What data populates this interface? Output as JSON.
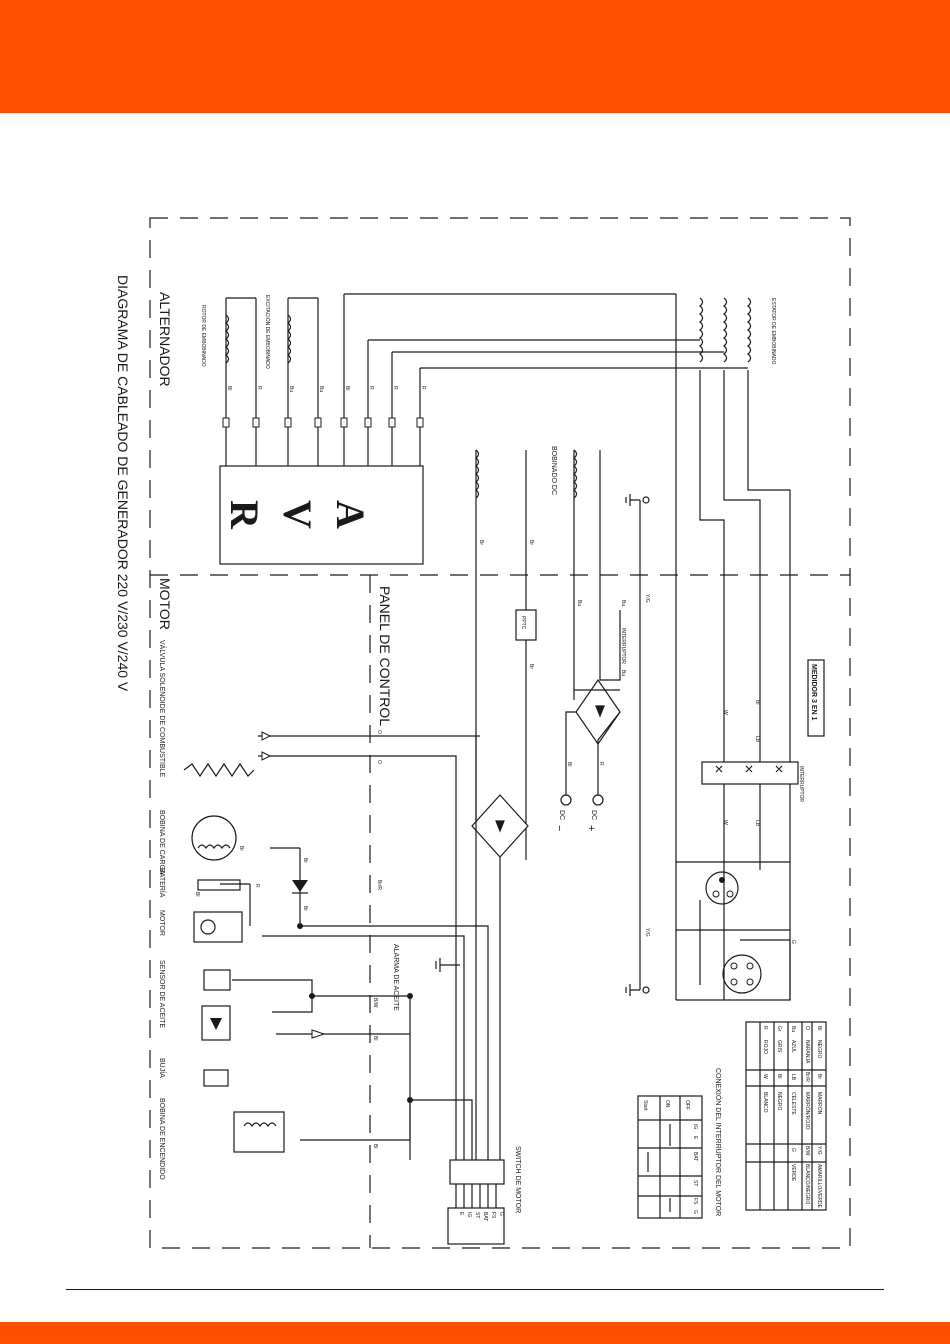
{
  "colors": {
    "accent": "#ff5000",
    "ink": "#1a1a1a"
  },
  "diagram": {
    "title": "DIAGRAMA DE CABLEADO DE GENERADOR 220 V/230 V/240 V",
    "sections": {
      "alternator": "ALTERNADOR",
      "engine": "MOTOR",
      "control_panel": "PANEL DE CONTROL"
    },
    "avr": [
      "A",
      "V",
      "R"
    ],
    "labels": {
      "rotor_winding": "ROTOR DE EMBOBINADO",
      "excitation_winding": "EXCITACIÓN DE EMBOBINADO",
      "stator_winding": "ESTATOR DE EMBOBINADO",
      "dc_winding": "BOBINADO DC",
      "dc_neg": "DC",
      "dc_neg_sign": "−",
      "dc_pos": "DC",
      "dc_pos_sign": "+",
      "pptc": "PPTC",
      "meter": "MEDIDOR 3 EN 1",
      "breaker": "INTERRUPTOR",
      "breaker_small": "INTERRUPTOR",
      "oil_alarm": "ALARMA DE ACEITE",
      "engine_switch": "SWITCH DE MOTOR",
      "switch_connection": "CONEXIÓN DEL INTERRUPTOR DEL MOTOR"
    },
    "engine_components": [
      "VÁLVULA SOLENOIDE DE COMBUSTIBLE",
      "BOBINA DE CARGA",
      "BATERÍA",
      "MOTOR",
      "SENSOR DE ACEITE",
      "BUJÍA",
      "BOBINA DE ENCENDIDO"
    ],
    "alt_wire_codes": [
      "Bl",
      "R",
      "Bu",
      "Bu",
      "Bl",
      "R",
      "R",
      "R"
    ],
    "wire_codes": {
      "br": "Br",
      "bu": "Bu",
      "r": "R",
      "bl": "Bl",
      "yg": "Y/G",
      "o": "O",
      "br_r": "Br/R",
      "b_w": "B/W",
      "w": "W",
      "lb": "LB",
      "g": "G"
    },
    "switch_terminals": [
      "G",
      "FS",
      "BAT",
      "ST",
      "IG",
      "E"
    ],
    "color_legend": [
      {
        "code": "Bl",
        "name": "NEGRO"
      },
      {
        "code": "O",
        "name": "NARANJA"
      },
      {
        "code": "Bu",
        "name": "AZUL"
      },
      {
        "code": "Gr",
        "name": "GRIS"
      },
      {
        "code": "R",
        "name": "ROJO"
      },
      {
        "code": "Br",
        "name": "MARRÓN"
      },
      {
        "code": "Br/R",
        "name": "MARRÓN/ROJO"
      },
      {
        "code": "LB",
        "name": "CELESTE"
      },
      {
        "code": "Bl",
        "name": "NEGRO"
      },
      {
        "code": "W",
        "name": "BLANCO"
      },
      {
        "code": "Y/G",
        "name": "AMARILLO/VERDE"
      },
      {
        "code": "B/W",
        "name": "BLANCO/NEGRO"
      },
      {
        "code": "G",
        "name": "VERDE"
      }
    ],
    "switch_table": {
      "headers": [
        "IG",
        "E",
        "BAT",
        "ST",
        "FS",
        "G"
      ],
      "rows": [
        "OFF",
        "ON",
        "Start"
      ]
    }
  }
}
